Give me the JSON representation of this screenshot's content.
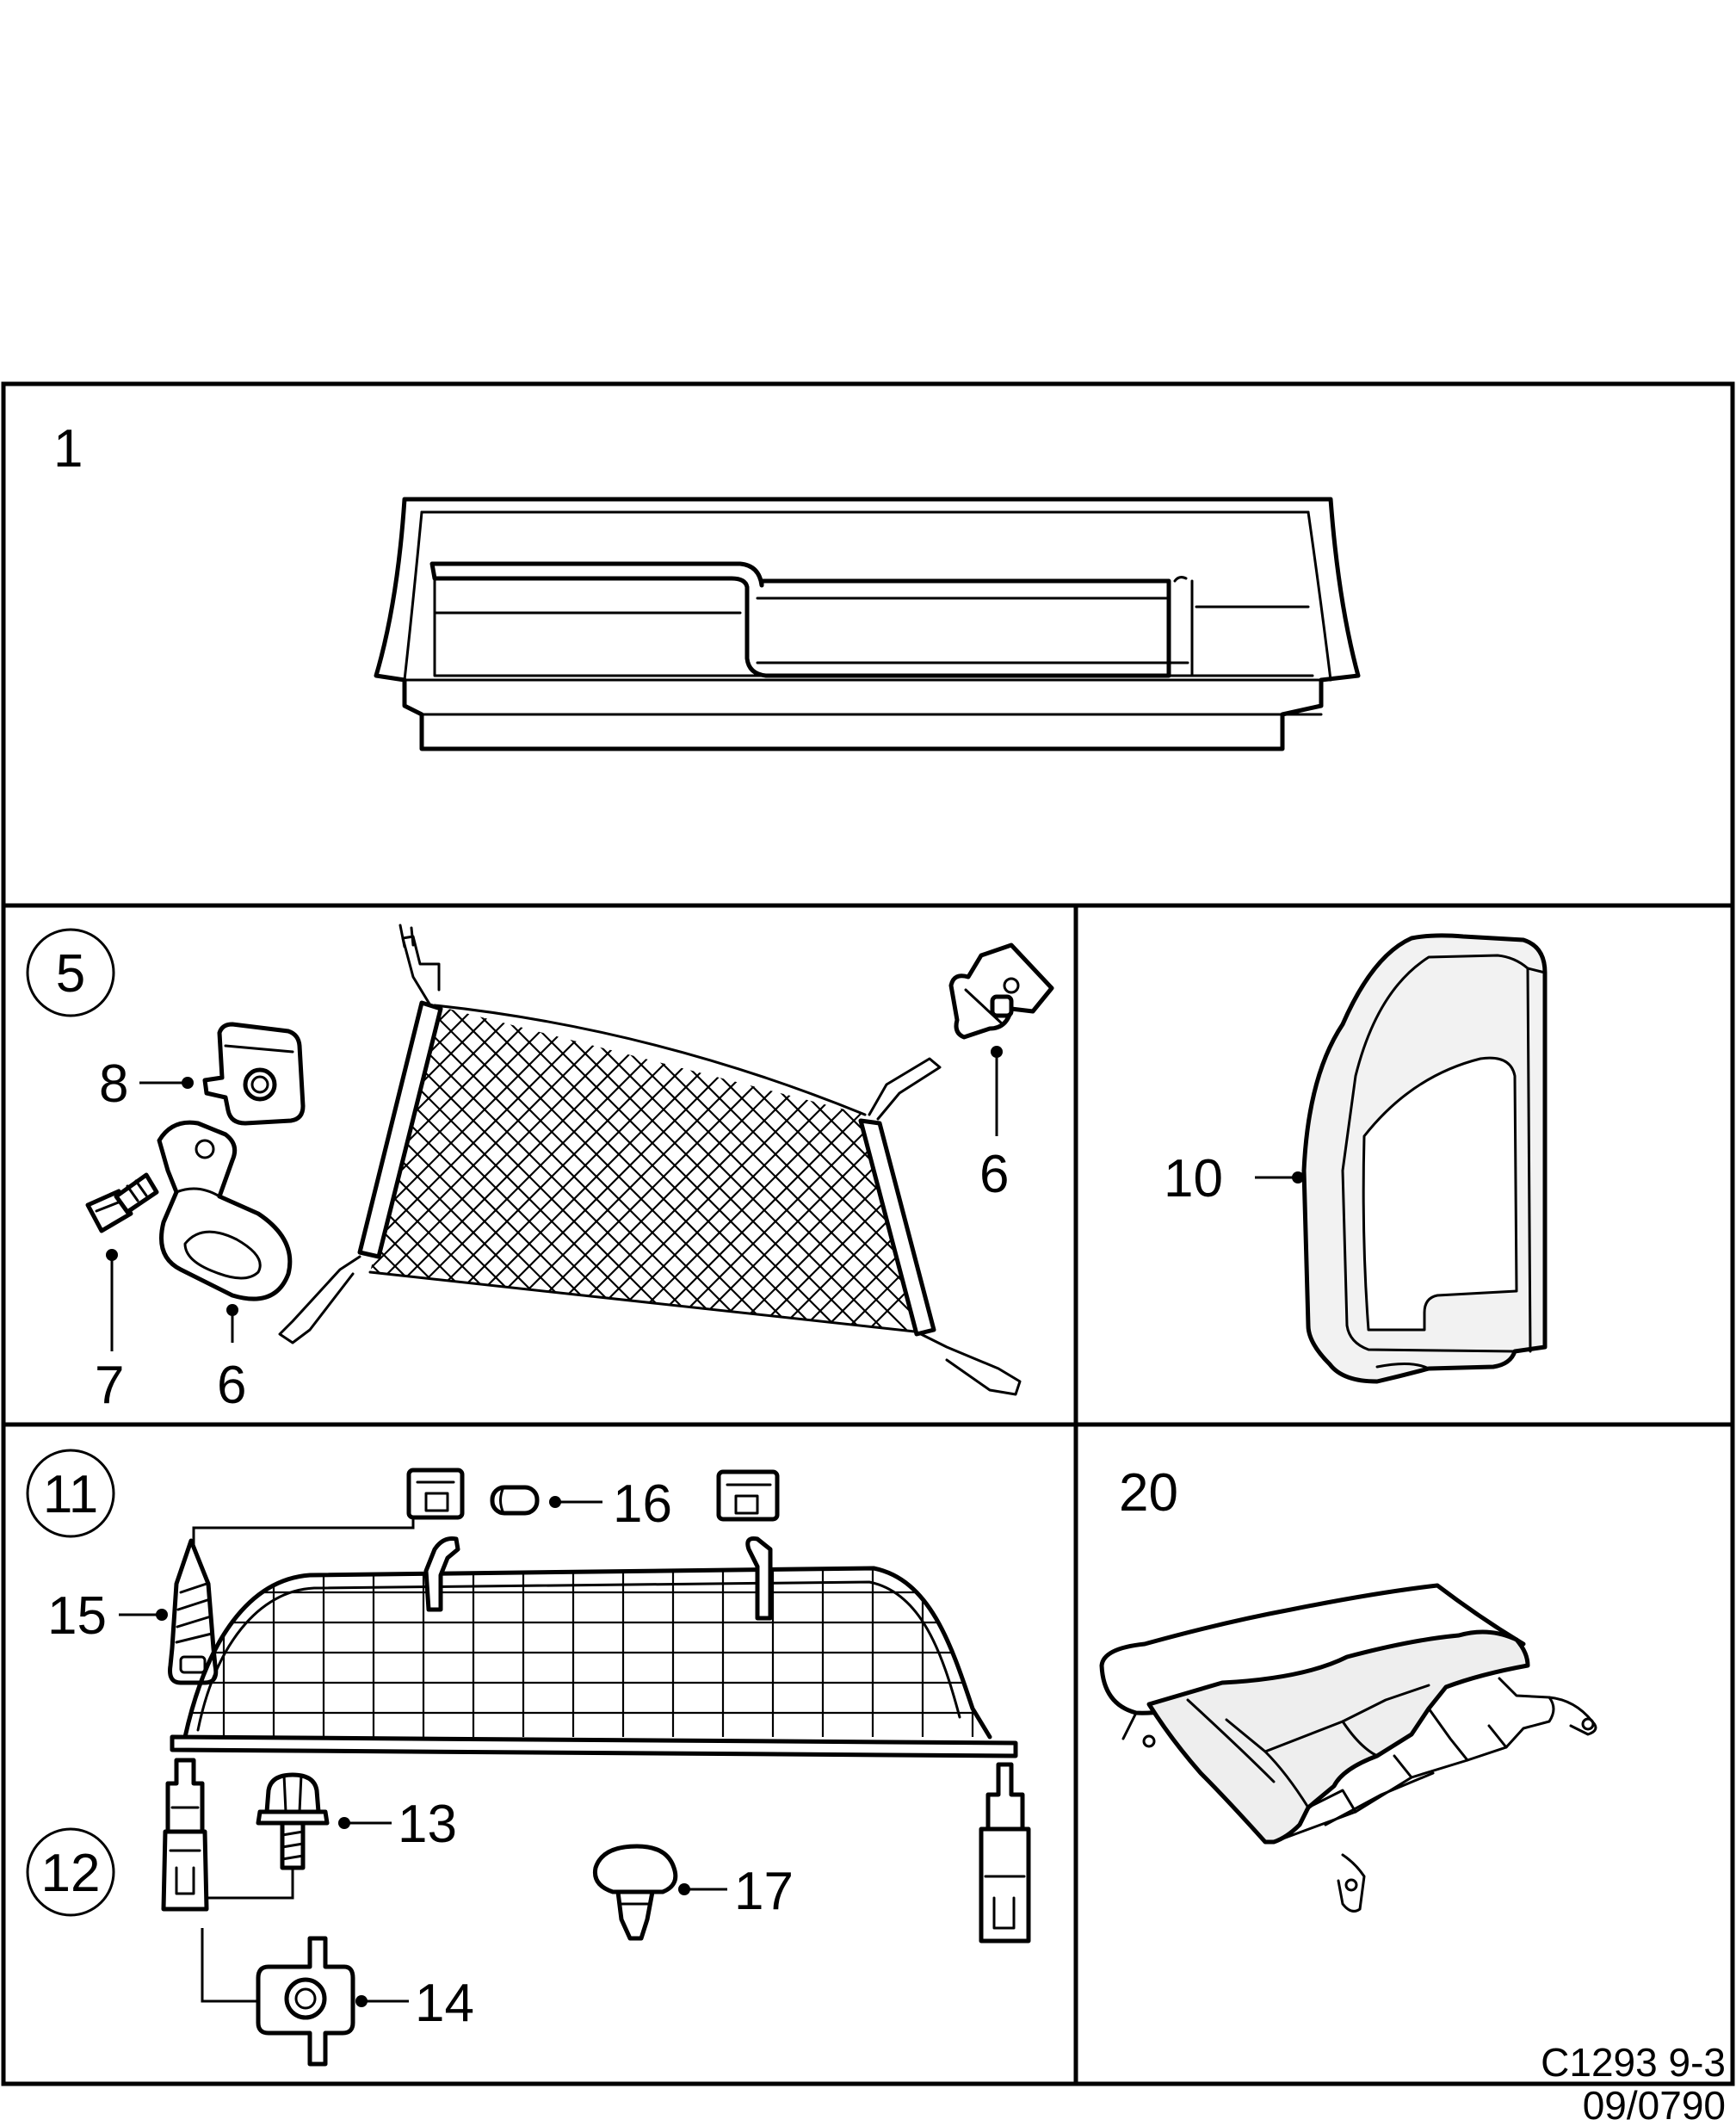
{
  "panels": {
    "tray": {
      "label": "1"
    },
    "net": {
      "group_label": "5",
      "nut_label": "8",
      "bolt_label": "7",
      "eye_label": "6",
      "hook_label": "6"
    },
    "side_cover": {
      "label": "10"
    },
    "guard": {
      "group_label_upper": "11",
      "group_label_lower": "12",
      "bracket_pin_label": "16",
      "screw_label": "15",
      "bolt_label": "13",
      "nut_label": "14",
      "clip_label": "17"
    },
    "blind": {
      "label": "20"
    }
  },
  "footer": {
    "code_line1": "C1293 9-3",
    "code_line2": "09/0790"
  },
  "colors": {
    "ink": "#000000",
    "paper": "#ffffff",
    "part_shade": "#dcdcdc"
  }
}
